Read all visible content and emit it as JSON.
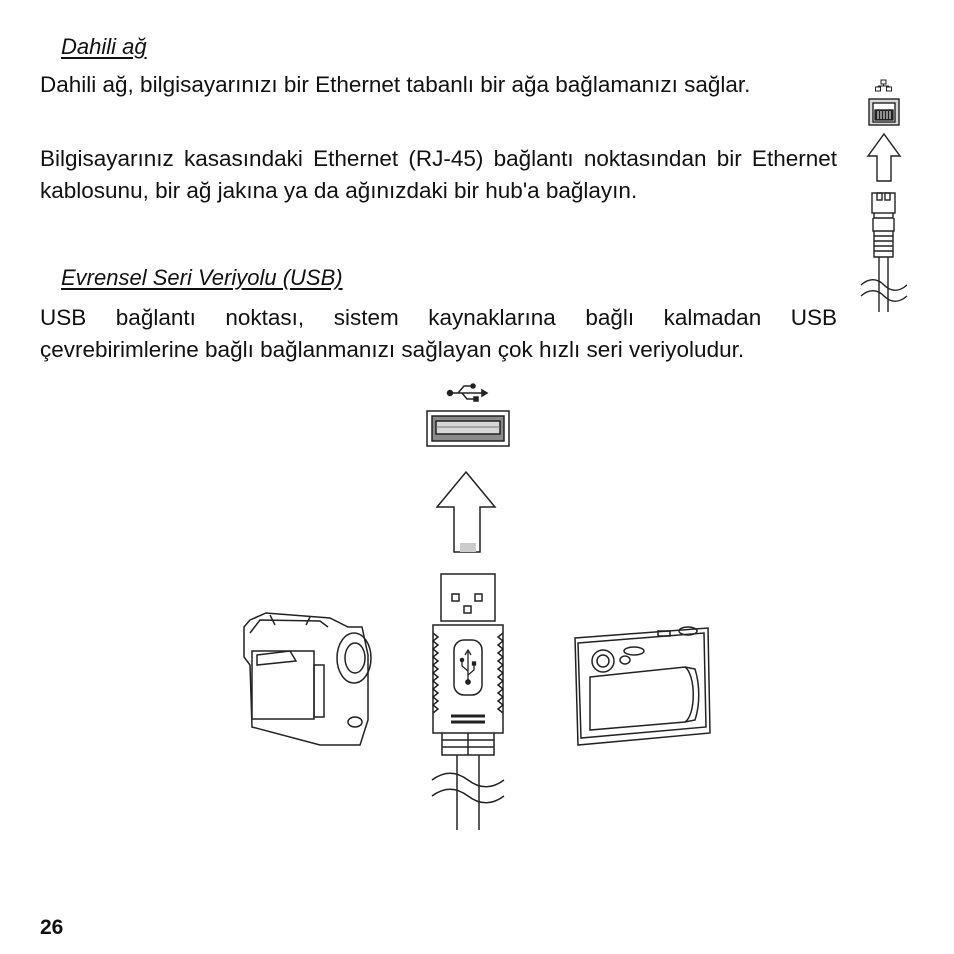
{
  "sections": [
    {
      "heading": "Dahili ağ",
      "paragraphs": [
        "Dahili ağ, bilgisayarınızı bir Ethernet tabanlı bir ağa bağlamanızı sağlar.",
        "Bilgisayarınız kasasındaki Ethernet (RJ-45) bağlantı noktasından bir Ethernet kablosunu, bir ağ jakına ya da ağınızdaki bir hub'a bağlayın."
      ]
    },
    {
      "heading": "Evrensel Seri Veriyolu (USB)",
      "paragraph_line1": "USB bağlantı noktası, sistem kaynaklarına bağlı kalmadan USB",
      "paragraph_line2": "çevrebirimlerine bağlı bağlanmanızı sağlayan çok hızlı seri veriyoludur."
    }
  ],
  "page_number": "26",
  "figures": {
    "ethernet": {
      "icons": [
        "network-icon",
        "rj45-port",
        "up-arrow-icon",
        "rj45-plug",
        "cable-break"
      ]
    },
    "usb": {
      "icons": [
        "usb-icon",
        "usb-port",
        "up-arrow-icon",
        "usb-plug",
        "camcorder",
        "digital-camera"
      ]
    }
  },
  "colors": {
    "text": "#111111",
    "port_fill": "#888888",
    "line": "#222222"
  }
}
